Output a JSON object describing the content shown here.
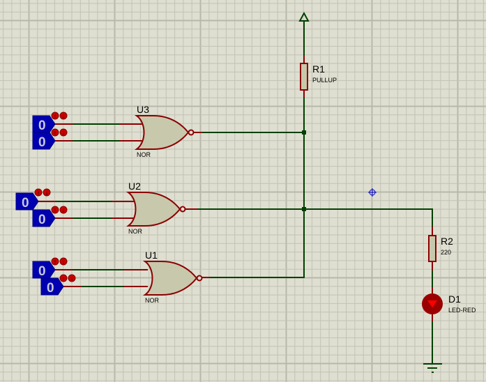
{
  "schematic": {
    "colors": {
      "background": "#dfdfd1",
      "grid_minor": "#c2c2b4",
      "grid_major": "#b8b8aa",
      "wire": "#004000",
      "component_outline": "#8b0000",
      "component_fill": "#c8c8ac",
      "logic_state_fill": "#0000b0",
      "logic_state_text": "#c8c8e0",
      "probe_dot": "#cc0000",
      "led_fill": "#9b0000",
      "led_arrow": "#ff0000",
      "cursor": "#0000c0",
      "label_text": "#000000"
    },
    "power_terminal": {
      "label": ""
    },
    "gates": [
      {
        "ref": "U3",
        "type": "NOR"
      },
      {
        "ref": "U2",
        "type": "NOR"
      },
      {
        "ref": "U1",
        "type": "NOR"
      }
    ],
    "logic_states": [
      {
        "id": "LS1",
        "value": "0"
      },
      {
        "id": "LS2",
        "value": "0"
      },
      {
        "id": "LS3",
        "value": "0"
      },
      {
        "id": "LS4",
        "value": "0"
      },
      {
        "id": "LS5",
        "value": "0"
      },
      {
        "id": "LS6",
        "value": "0"
      }
    ],
    "resistors": [
      {
        "ref": "R1",
        "value": "PULLUP"
      },
      {
        "ref": "R2",
        "value": "220"
      }
    ],
    "led": {
      "ref": "D1",
      "value": "LED-RED"
    }
  }
}
